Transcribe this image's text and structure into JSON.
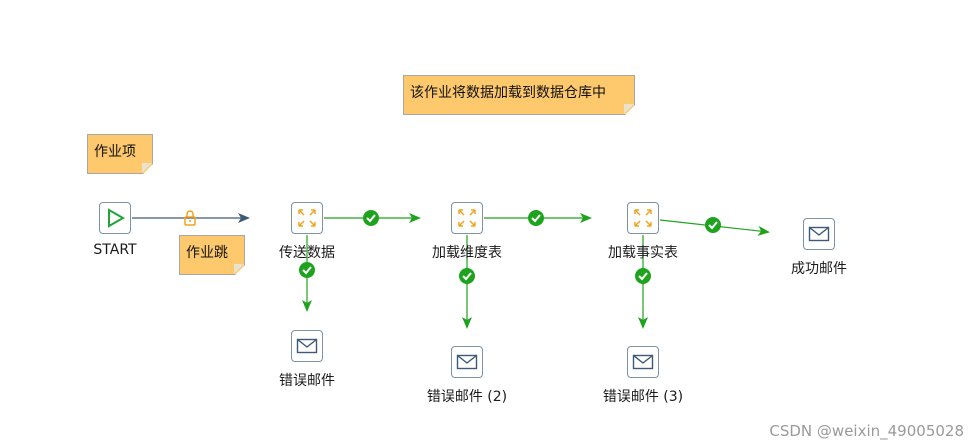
{
  "notes": {
    "description": "该作业将数据加载到数据仓库中",
    "job_entries": "作业项",
    "job_hop": "作业跳"
  },
  "nodes": {
    "start": "START",
    "transfer": "传送数据",
    "load_dim": "加载维度表",
    "load_fact": "加载事实表",
    "success_mail": "成功邮件",
    "error_mail_1": "错误邮件",
    "error_mail_2": "错误邮件 (2)",
    "error_mail_3": "错误邮件 (3)"
  },
  "colors": {
    "note_fill": "#fdc96c",
    "hop_unconditional": "#5b6e82",
    "hop_success": "#1fa31f",
    "lock_icon": "#f1a31e",
    "start_arrow": "#21a43a",
    "transform_icon": "#f1a31e",
    "mail_icon": "#3b5a78"
  },
  "watermark": "CSDN @weixin_49005028"
}
